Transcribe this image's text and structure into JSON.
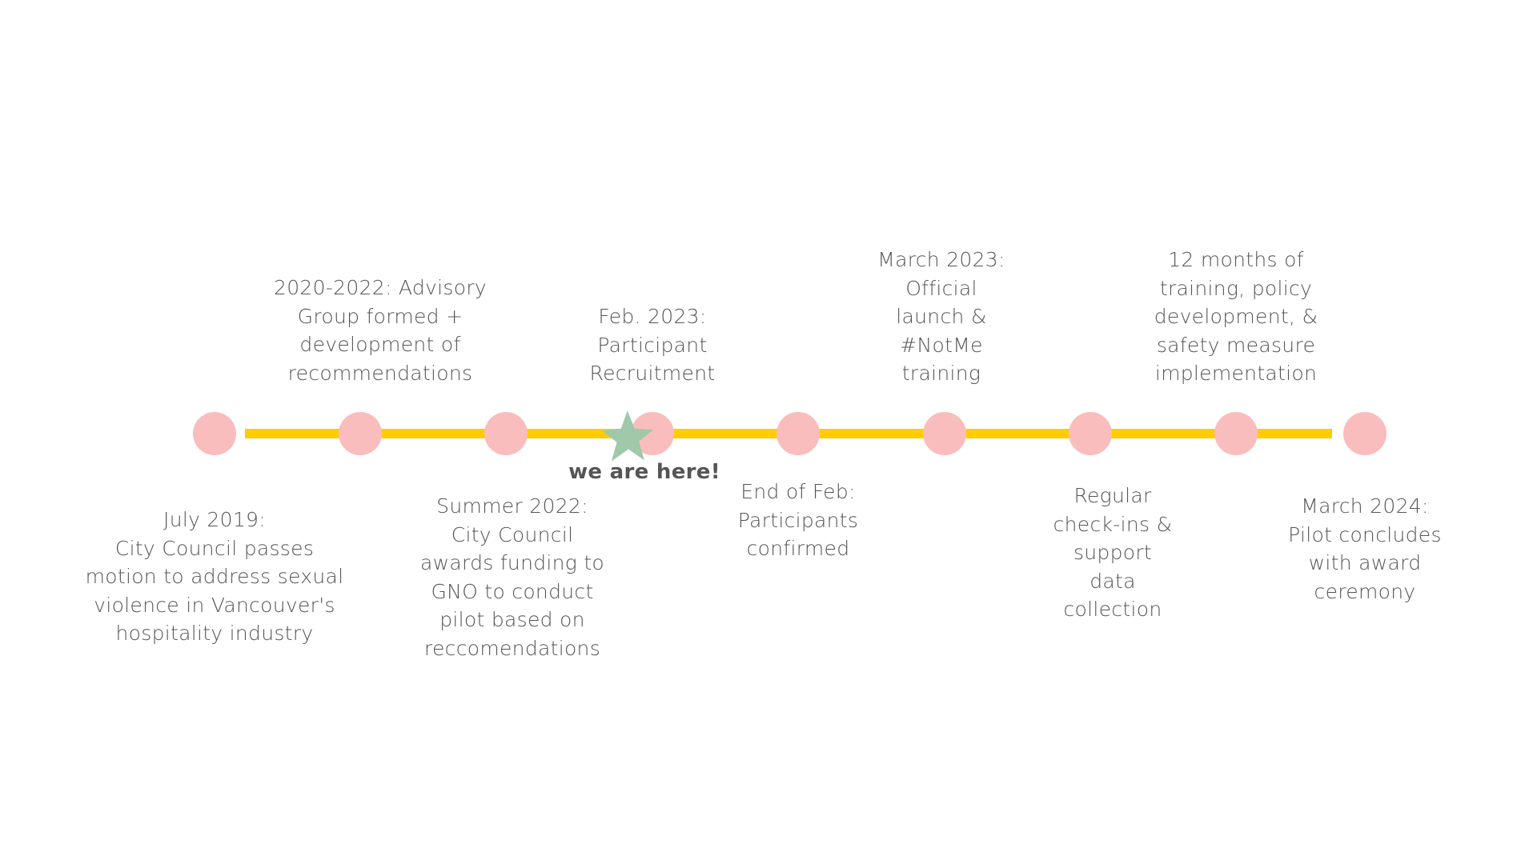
{
  "timeline": {
    "colors": {
      "track": "#ffcc00",
      "node": "#f9bdbd",
      "star": "#9fc9a9",
      "text": "#555555"
    },
    "current_marker": {
      "icon": "star-icon",
      "label": "we are here!"
    },
    "milestones": [
      {
        "lines": [
          "July 2019:",
          "City Council passes",
          "motion to address sexual",
          "violence in Vancouver's",
          "hospitality industry"
        ]
      },
      {
        "lines": [
          "2020-2022: Advisory",
          "Group formed +",
          "development of",
          "recommendations"
        ]
      },
      {
        "lines": [
          "Summer 2022:",
          "City Council",
          "awards funding to",
          "GNO to conduct",
          "pilot based on",
          "reccomendations"
        ]
      },
      {
        "lines": [
          "Feb. 2023:",
          "Participant",
          "Recruitment"
        ]
      },
      {
        "lines": [
          "End of Feb:",
          "Participants",
          "confirmed"
        ]
      },
      {
        "lines": [
          "March 2023:",
          "Official",
          "launch &",
          "#NotMe",
          "training"
        ]
      },
      {
        "lines": [
          "Regular",
          "check-ins &",
          "support",
          "data",
          "collection"
        ]
      },
      {
        "lines": [
          "12 months of",
          "training, policy",
          "development, &",
          "safety measure",
          "implementation"
        ]
      },
      {
        "lines": [
          "March 2024:",
          "Pilot concludes",
          "with award",
          "ceremony"
        ]
      }
    ]
  }
}
